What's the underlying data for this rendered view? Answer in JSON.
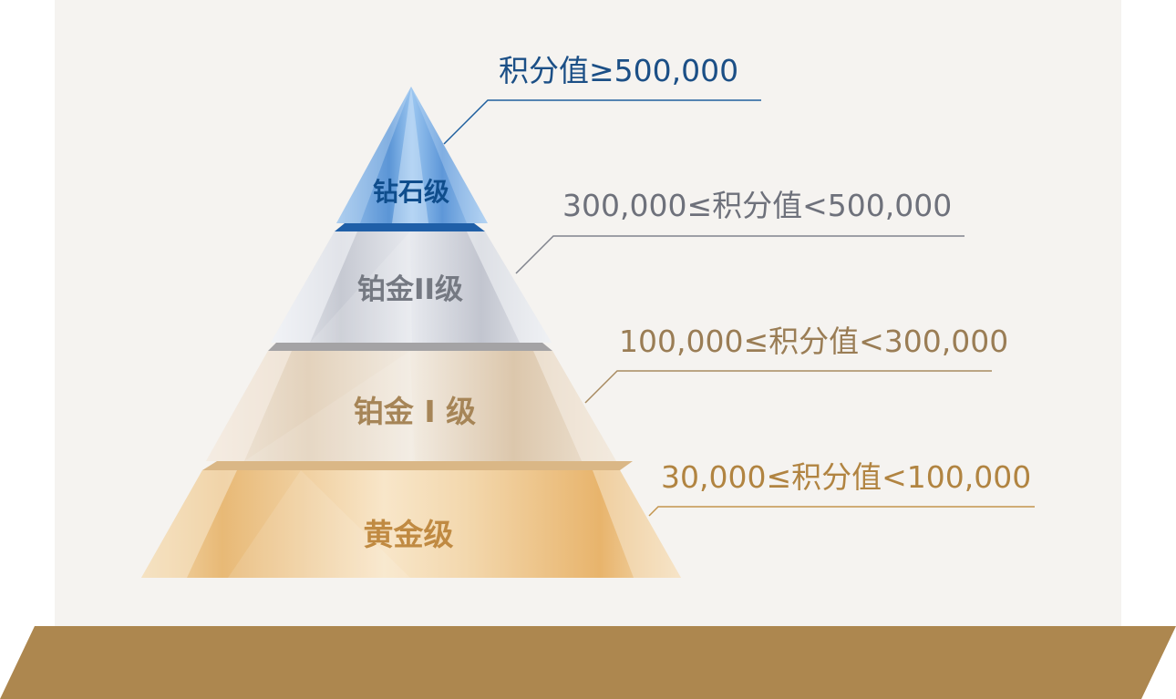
{
  "tiers": [
    {
      "name": "钻石级",
      "range": "积分值≥500,000",
      "color": "#1f5f9e",
      "label_color": "#1b4f86"
    },
    {
      "name": "铂金II级",
      "range": "300,000≤积分值<500,000",
      "color": "#80838d",
      "label_color": "#6e717b"
    },
    {
      "name": "铂金 I 级",
      "range": "100,000≤积分值<300,000",
      "color": "#a88b61",
      "label_color": "#9a7d55"
    },
    {
      "name": "黄金级",
      "range": "30,000≤积分值<100,000",
      "color": "#c4954e",
      "label_color": "#b18441"
    }
  ],
  "colors": {
    "base_platform": "#ad874f",
    "panel_background": "#f5f3f0"
  }
}
